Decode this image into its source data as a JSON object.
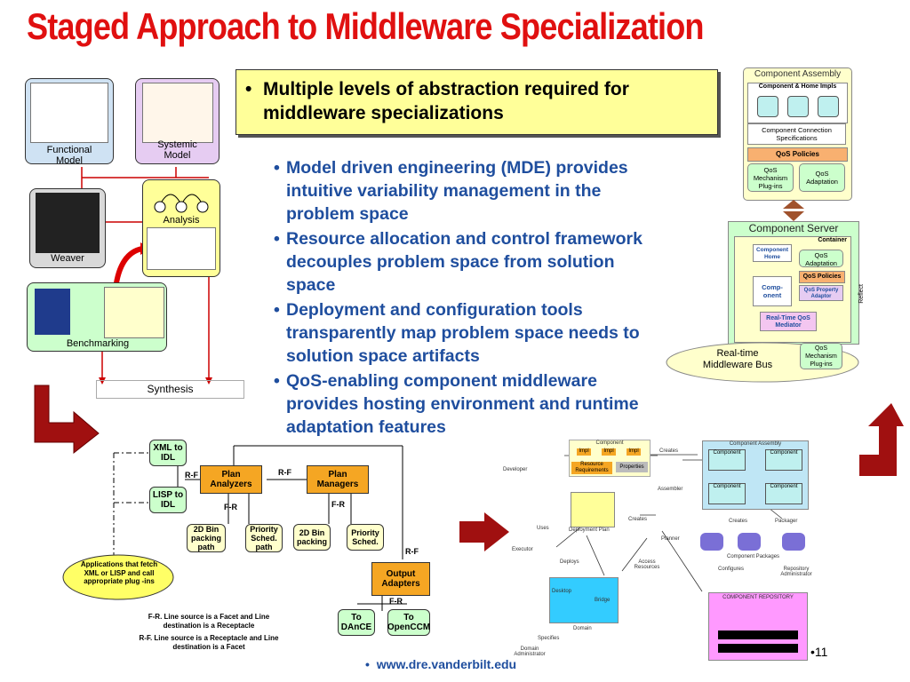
{
  "title": "Staged Approach to Middleware Specialization",
  "callout": "Multiple levels of abstraction required for middleware specializations",
  "bullets": [
    "Model driven engineering (MDE) provides intuitive variability management in the problem space",
    "Resource allocation and control framework decouples problem space from solution space",
    "Deployment and configuration tools transparently map problem space needs to solution space artifacts",
    "QoS-enabling component middleware provides hosting environment and runtime adaptation features"
  ],
  "left_flow": {
    "functional": "Functional Model",
    "systemic": "Systemic Model",
    "weaver": "Weaver",
    "analysis": "Analysis",
    "benchmarking": "Benchmarking",
    "synthesis": "Synthesis"
  },
  "component_assembly": {
    "title": "Component Assembly",
    "impls": "Component & Home Impls",
    "spec": "Component Connection Specifications",
    "qos_policies": "QoS Policies",
    "mech": "QoS Mechanism Plug-ins",
    "adapt": "QoS Adaptation"
  },
  "component_server": {
    "title": "Component Server",
    "container": "Container",
    "home": "Component Home",
    "adaptation": "QoS Adaptation",
    "policies": "QoS Policies",
    "component": "Comp-onent",
    "prop_adaptor": "QoS Property Adaptor",
    "reflect": "Reflect",
    "mediator": "Real-Time QoS Mediator",
    "bus": "Real-time Middleware Bus",
    "plugins": "QoS Mechanism Plug-ins"
  },
  "planner": {
    "xml": "XML to IDL",
    "lisp": "LISP to IDL",
    "analyzers": "Plan Analyzers",
    "managers": "Plan Managers",
    "bin1": "2D Bin packing path",
    "prio1": "Priority Sched. path",
    "bin2": "2D Bin packing",
    "prio2": "Priority Sched.",
    "output": "Output Adapters",
    "dance": "To DAnCE",
    "openccm": "To OpenCCM",
    "cloud": "Applications that fetch XML or LISP and call appropriate plug -ins",
    "rf": "R-F",
    "fr": "F-R",
    "legend1": "F-R. Line source is a Facet and Line destination is a Receptacle",
    "legend2": "R-F. Line source is a Receptacle and Line destination is a Facet"
  },
  "deploy": {
    "component": "Component",
    "impl": "Impl",
    "resreq": "Resource Requirements",
    "props": "Properties",
    "developer": "Developer",
    "creates": "Creates",
    "assembler": "Assembler",
    "assembly": "Component Assembly",
    "comp": "Component",
    "packager": "Packager",
    "packages": "Component Packages",
    "configures": "Configures",
    "repoadmin": "Repository Administrator",
    "repository": "COMPONENT REPOSITORY",
    "plan": "Deployment Plan",
    "uses": "Uses",
    "executor": "Executor",
    "planner": "Planner",
    "deploys": "Deploys",
    "access": "Access Resources",
    "desktop": "Desktop",
    "bridge": "Bridge",
    "domain": "Domain",
    "specifies": "Specifies",
    "domadmin": "Domain Administrator"
  },
  "footer": "www.dre.vanderbilt.edu",
  "page": "11",
  "colors": {
    "title": "#e01010",
    "bullet": "#1f4e9e",
    "arrow": "#a01010",
    "callout": "#ffff99"
  }
}
